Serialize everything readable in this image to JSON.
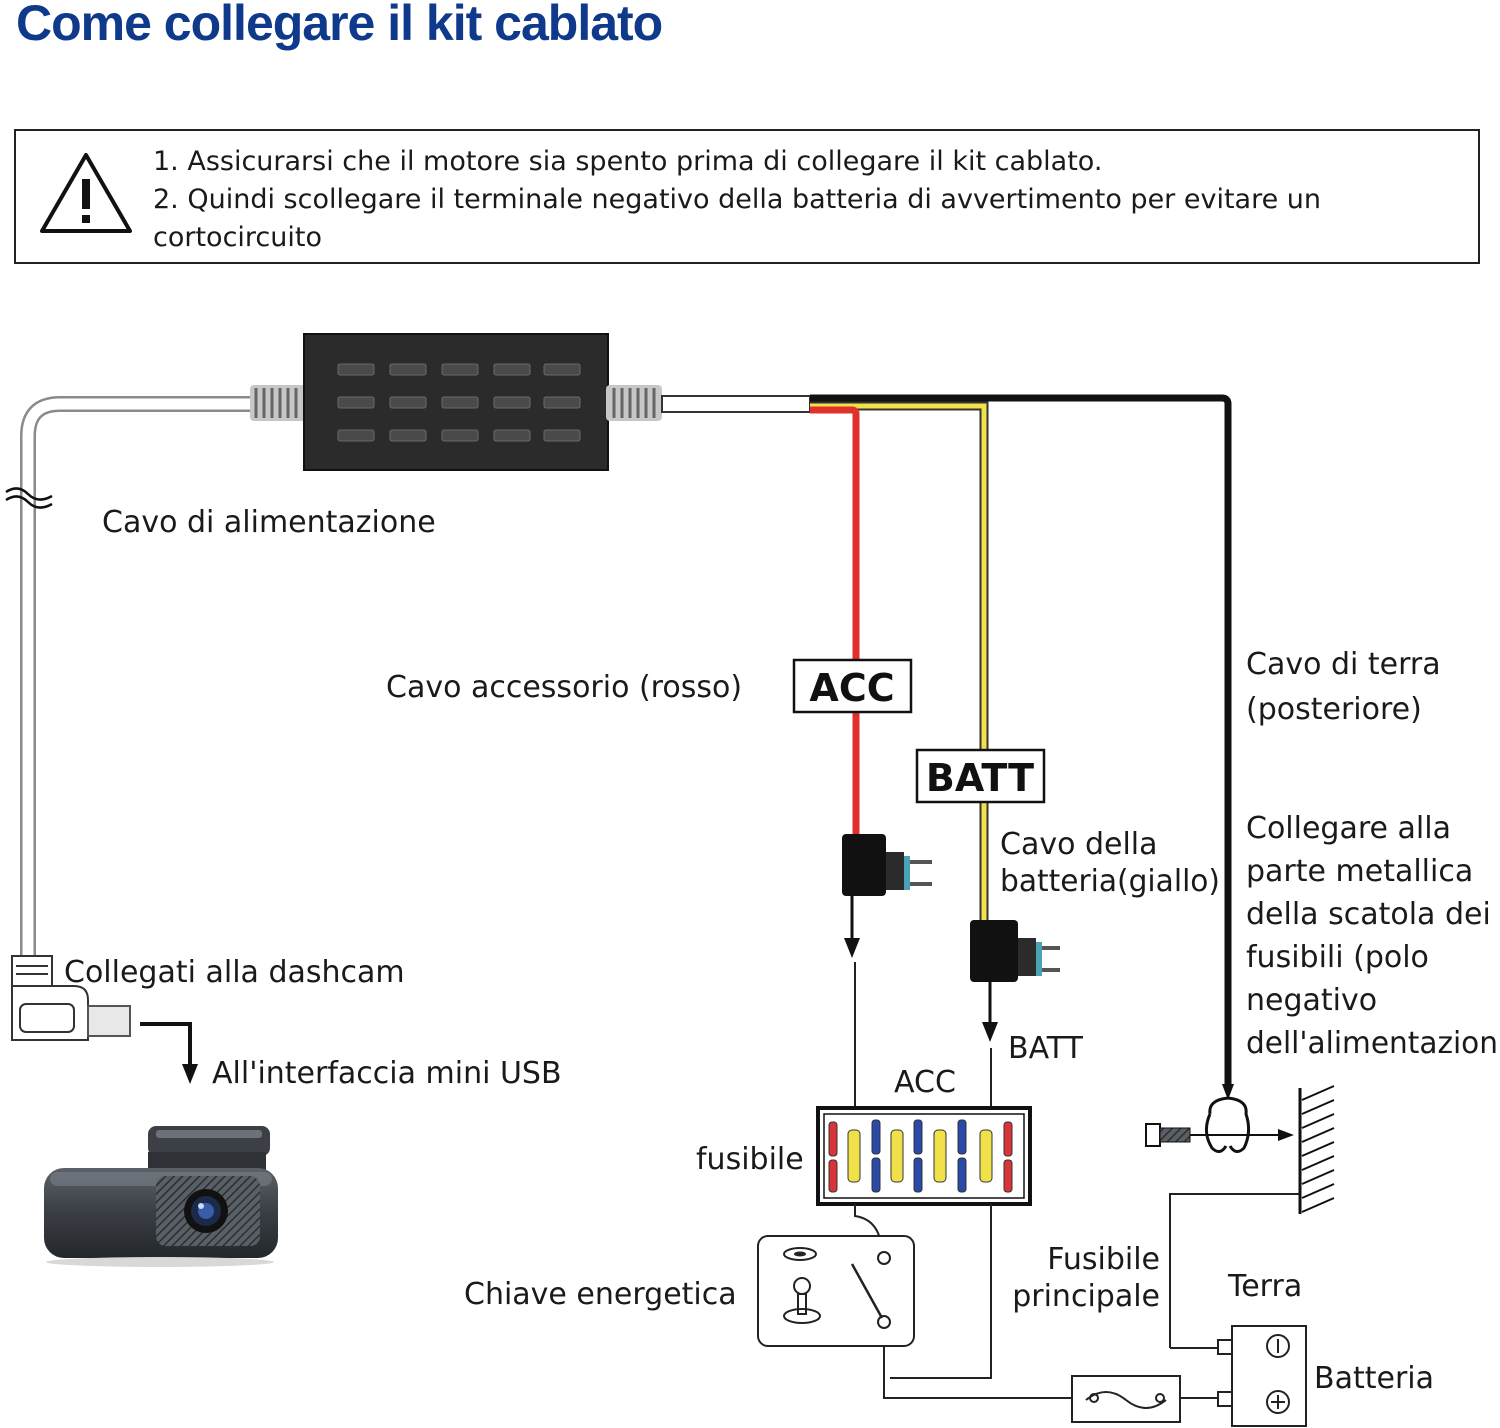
{
  "title": "Come collegare il kit cablato",
  "warning": {
    "icon": "warning-triangle-icon",
    "line1": "1. Assicurarsi che il motore sia spento prima di collegare il kit cablato.",
    "line2": "2. Quindi scollegare il terminale negativo della batteria di avvertimento per evitare un cortocircuito"
  },
  "labels": {
    "power_cable": "Cavo di alimentazione",
    "accessory_cable": "Cavo accessorio (rosso)",
    "acc_badge": "ACC",
    "batt_badge": "BATT",
    "battery_cable_1": "Cavo della",
    "battery_cable_2": "batteria(giallo)",
    "ground_cable_1": "Cavo di terra",
    "ground_cable_2": "(posteriore)",
    "connect_metal_1": "Collegare alla",
    "connect_metal_2": "parte metallica",
    "connect_metal_3": "della scatola dei",
    "connect_metal_4": "fusibili (polo",
    "connect_metal_5": "negativo",
    "connect_metal_6": "dell'alimentazion",
    "connect_dashcam": "Collegati alla dashcam",
    "mini_usb": "All'interfaccia mini USB",
    "batt_terminal": "BATT",
    "acc_terminal": "ACC",
    "fuse": "fusibile",
    "ignition_key": "Chiave energetica",
    "main_fuse_1": "Fusibile",
    "main_fuse_2": "principale",
    "ground": "Terra",
    "battery": "Batteria"
  },
  "colors": {
    "title": "#0f3a8c",
    "red_wire": "#e0312b",
    "yellow_wire": "#f2e24a",
    "black_wire": "#111111",
    "fuse_red": "#d8353a",
    "fuse_blue": "#2a4aa8",
    "fuse_yellow": "#f0e04a"
  }
}
